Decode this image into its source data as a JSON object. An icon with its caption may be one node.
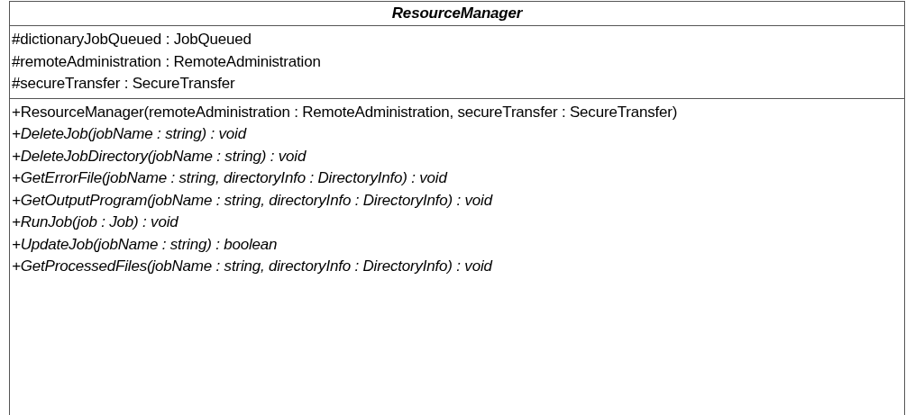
{
  "diagram": {
    "nodes": [
      {
        "text": [
          "ResourceManager"
        ]
      },
      {
        "text": [
          "#dictionaryJobQueued : JobQueued",
          "#remoteAdministration : RemoteAdministration",
          "#secureTransfer : SecureTransfer"
        ],
        "in": 0
      },
      {
        "text": [
          "+ResourceManager(remoteAdministration : RemoteAdministration, secureTransfer : SecureTransfer)",
          "+DeleteJob(jobName : string) : void",
          "+DeleteJobDirectory(jobName : string) : void",
          "+GetErrorFile(jobName : string, directoryInfo : DirectoryInfo) : void",
          "+GetOutputProgram(jobName : string, directoryInfo : DirectoryInfo) : void",
          "+RunJob(job : Job) : void",
          "+UpdateJob(jobName : string) : boolean",
          "+GetProcessedFiles(jobName : string, directoryInfo : DirectoryInfo) : void"
        ],
        "in": 0
      }
    ]
  }
}
